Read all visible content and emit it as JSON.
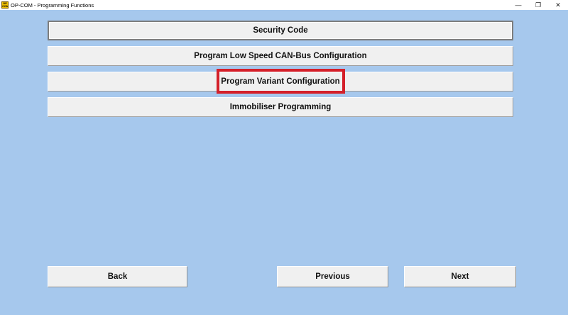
{
  "window": {
    "icon_text": "OP COM",
    "title": "OP-COM - Programming Functions",
    "minimize": "—",
    "restore": "❐",
    "close": "✕"
  },
  "functions": [
    {
      "label": "Security Code"
    },
    {
      "label": "Program Low Speed CAN-Bus Configuration"
    },
    {
      "label": "Program Variant Configuration",
      "highlighted": true
    },
    {
      "label": "Immobiliser Programming"
    }
  ],
  "nav": {
    "back": "Back",
    "previous": "Previous",
    "next": "Next"
  },
  "colors": {
    "client_background": "#a6c8ed",
    "button_face": "#f0f0f0",
    "highlight": "#d4202a"
  }
}
